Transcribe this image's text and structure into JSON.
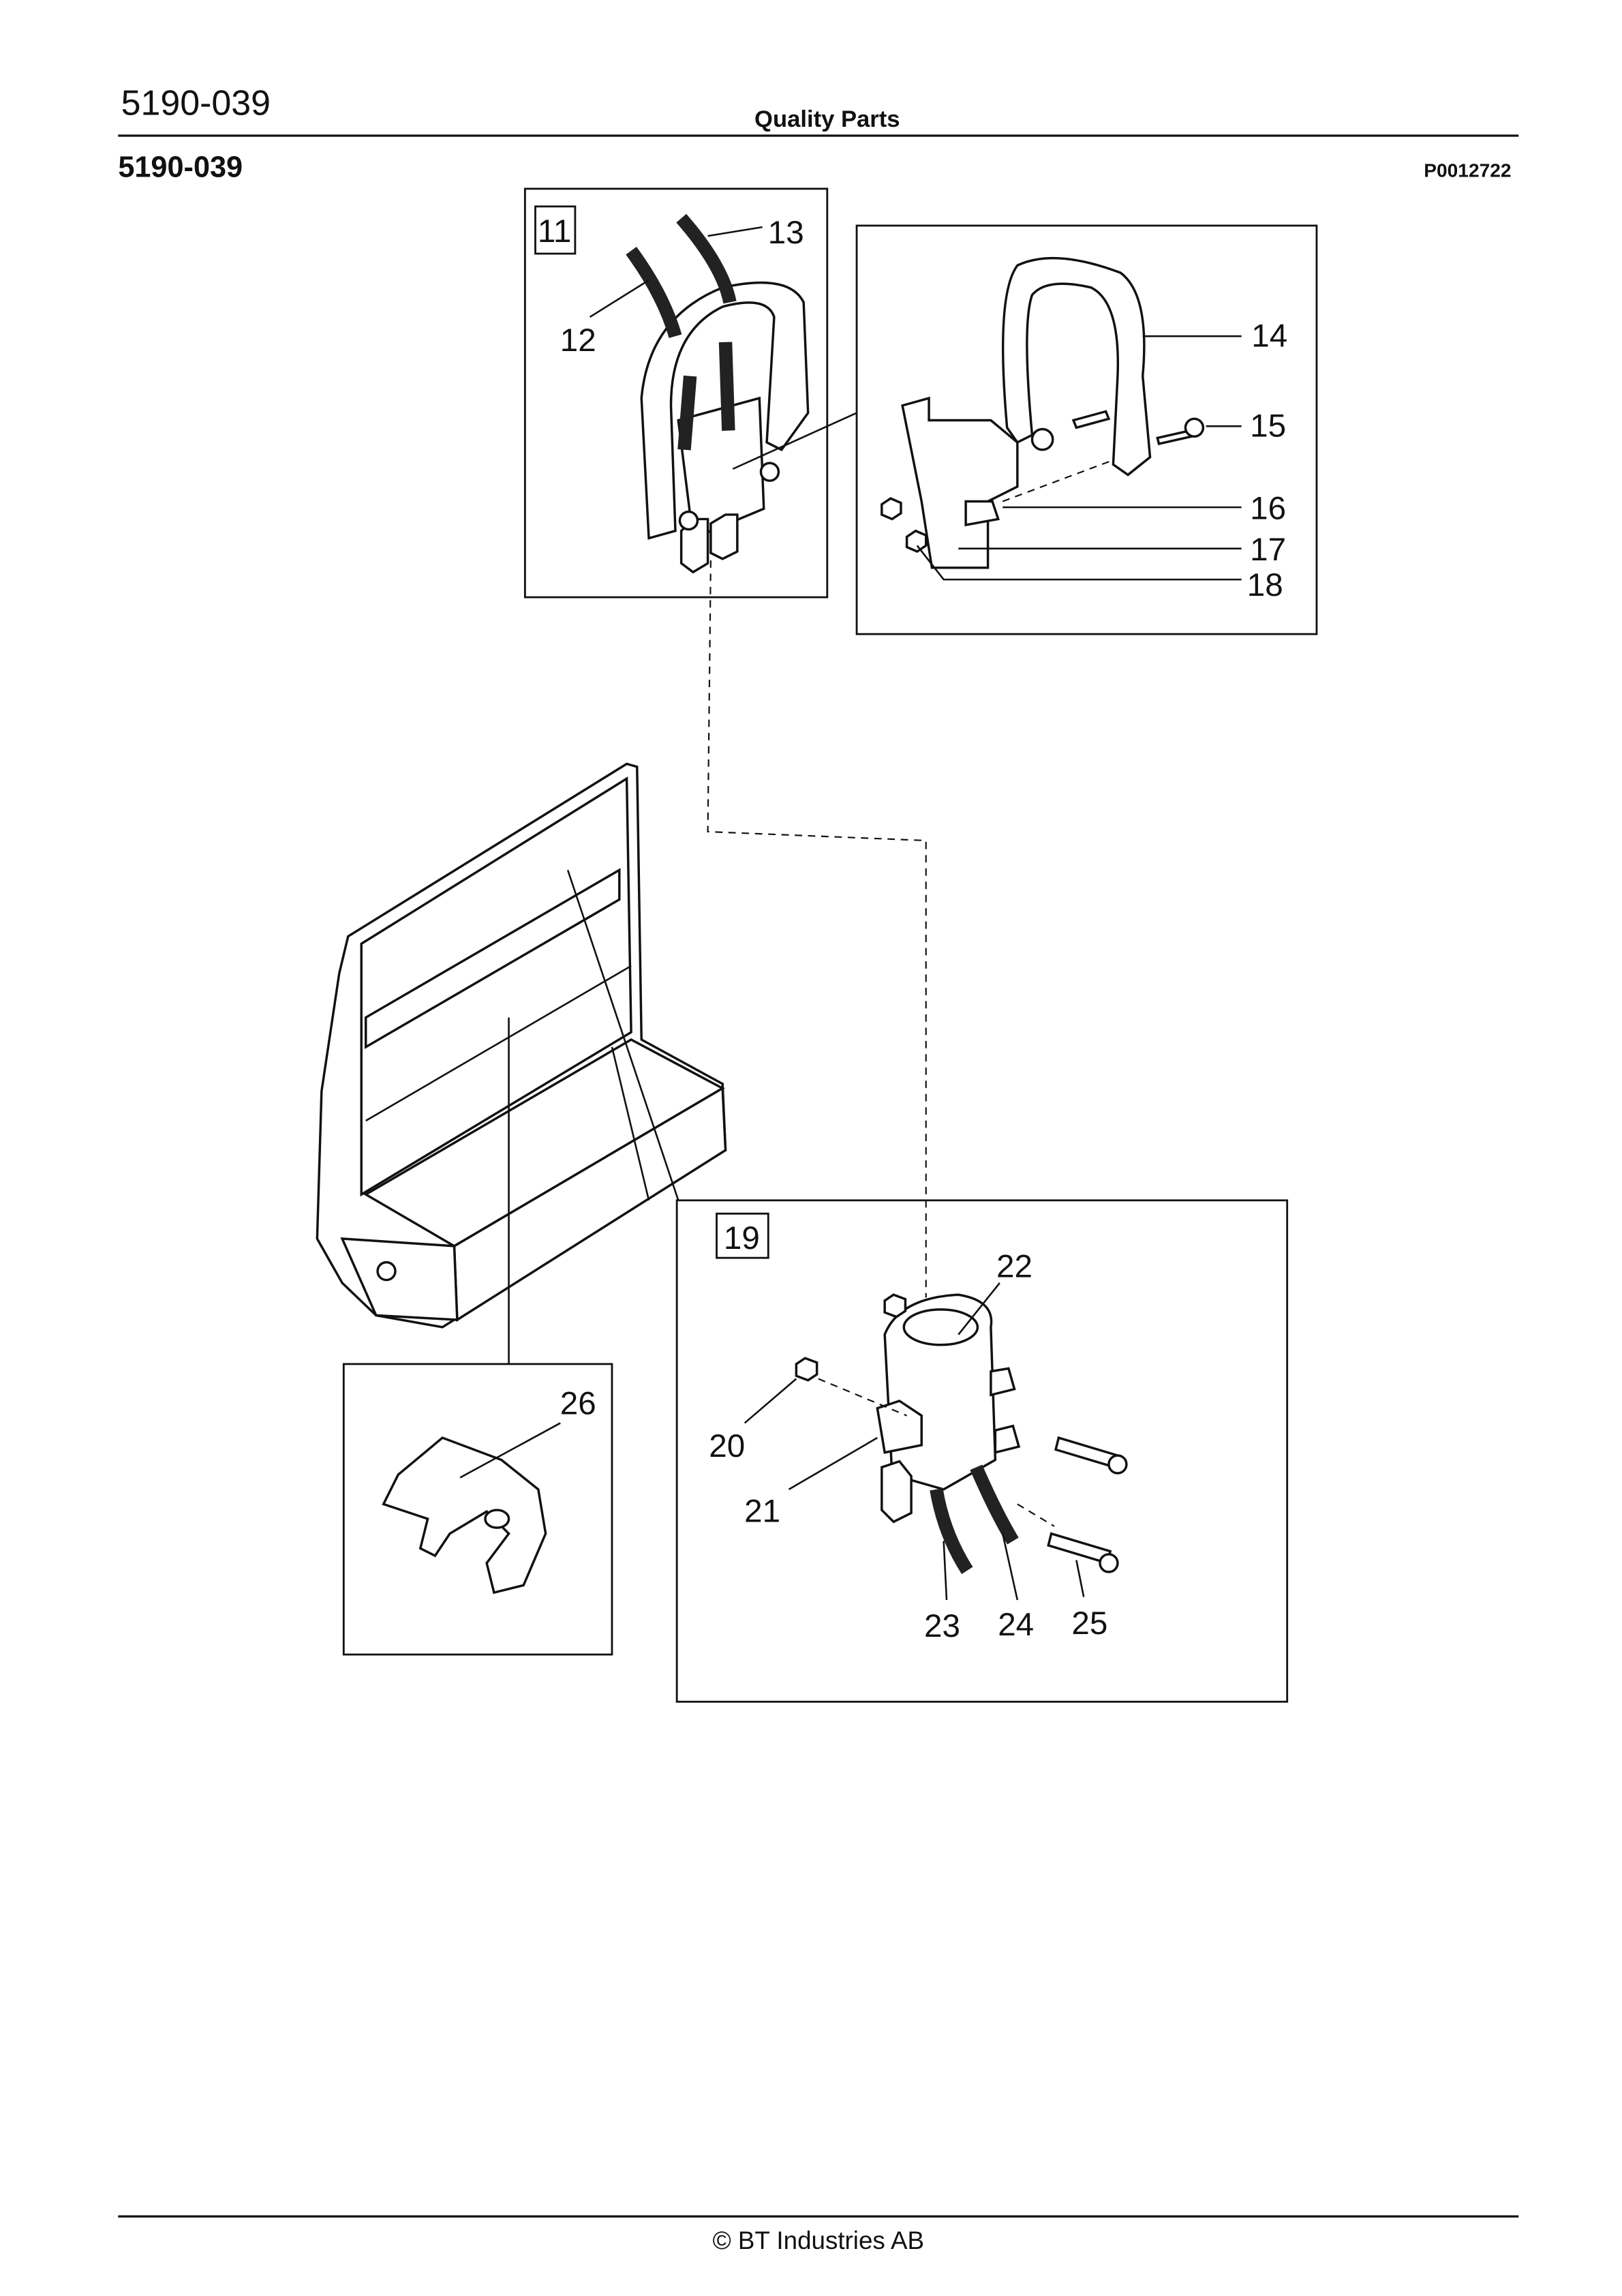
{
  "header": {
    "doc_number": "5190-039",
    "title": "Quality Parts",
    "section_title": "5190-039",
    "picture_number": "P0012722"
  },
  "callouts": {
    "box_11": "11",
    "box_19": "19",
    "items": [
      "12",
      "13",
      "14",
      "15",
      "16",
      "17",
      "18",
      "20",
      "21",
      "22",
      "23",
      "24",
      "25",
      "26"
    ]
  },
  "footer": {
    "copyright": "© BT Industries AB"
  }
}
